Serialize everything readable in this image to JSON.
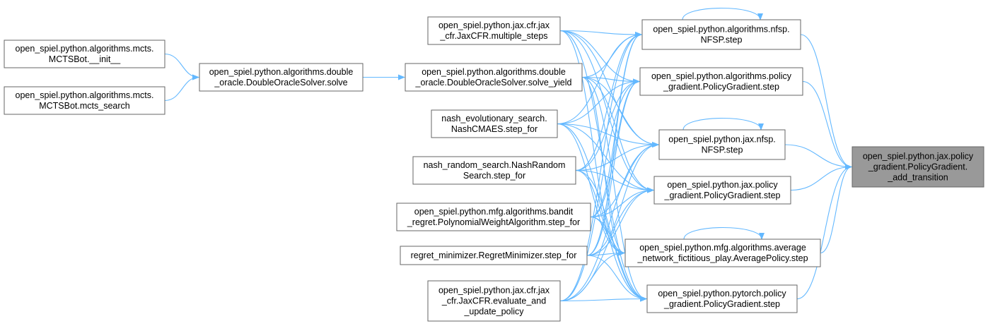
{
  "colors": {
    "edge": "#63b8ff",
    "node_border": "#666666",
    "node_fill": "#ffffff",
    "focus_fill": "#999999"
  },
  "nodes": [
    {
      "id": "mcts_init",
      "lines": [
        "open_spiel.python.algorithms.mcts.",
        "MCTSBot.__init__"
      ],
      "focus": false
    },
    {
      "id": "mcts_search",
      "lines": [
        "open_spiel.python.algorithms.mcts.",
        "MCTSBot.mcts_search"
      ],
      "focus": false
    },
    {
      "id": "do_solve",
      "lines": [
        "open_spiel.python.algorithms.double",
        "_oracle.DoubleOracleSolver.solve"
      ],
      "focus": false
    },
    {
      "id": "jaxcfr_ms",
      "lines": [
        "open_spiel.python.jax.cfr.jax",
        "_cfr.JaxCFR.multiple_steps"
      ],
      "focus": false
    },
    {
      "id": "do_yield",
      "lines": [
        "open_spiel.python.algorithms.double",
        "_oracle.DoubleOracleSolver.solve_yield"
      ],
      "focus": false
    },
    {
      "id": "nash_evo",
      "lines": [
        "nash_evolutionary_search.",
        "NashCMAES.step_for"
      ],
      "focus": false
    },
    {
      "id": "nash_rand",
      "lines": [
        "nash_random_search.NashRandom",
        "Search.step_for"
      ],
      "focus": false
    },
    {
      "id": "bandit",
      "lines": [
        "open_spiel.python.mfg.algorithms.bandit",
        "_regret.PolynomialWeightAlgorithm.step_for"
      ],
      "focus": false
    },
    {
      "id": "regret",
      "lines": [
        "regret_minimizer.RegretMinimizer.step_for"
      ],
      "focus": false
    },
    {
      "id": "jaxcfr_eval",
      "lines": [
        "open_spiel.python.jax.cfr.jax",
        "_cfr.JaxCFR.evaluate_and",
        "_update_policy"
      ],
      "focus": false
    },
    {
      "id": "nfsp",
      "lines": [
        "open_spiel.python.algorithms.nfsp.",
        "NFSP.step"
      ],
      "focus": false
    },
    {
      "id": "pg",
      "lines": [
        "open_spiel.python.algorithms.policy",
        "_gradient.PolicyGradient.step"
      ],
      "focus": false
    },
    {
      "id": "jax_nfsp",
      "lines": [
        "open_spiel.python.jax.nfsp.",
        "NFSP.step"
      ],
      "focus": false
    },
    {
      "id": "jax_pg",
      "lines": [
        "open_spiel.python.jax.policy",
        "_gradient.PolicyGradient.step"
      ],
      "focus": false
    },
    {
      "id": "mfg_avg",
      "lines": [
        "open_spiel.python.mfg.algorithms.average",
        "_network_fictitious_play.AveragePolicy.step"
      ],
      "focus": false
    },
    {
      "id": "torch_pg",
      "lines": [
        "open_spiel.python.pytorch.policy",
        "_gradient.PolicyGradient.step"
      ],
      "focus": false
    },
    {
      "id": "target",
      "lines": [
        "open_spiel.python.jax.policy",
        "_gradient.PolicyGradient.",
        "_add_transition"
      ],
      "focus": true
    }
  ],
  "edges": [
    [
      "mcts_init",
      "do_solve"
    ],
    [
      "mcts_search",
      "do_solve"
    ],
    [
      "do_solve",
      "do_yield"
    ],
    [
      "jaxcfr_ms",
      "nfsp"
    ],
    [
      "jaxcfr_ms",
      "pg"
    ],
    [
      "jaxcfr_ms",
      "jax_nfsp"
    ],
    [
      "jaxcfr_ms",
      "jax_pg"
    ],
    [
      "jaxcfr_ms",
      "mfg_avg"
    ],
    [
      "jaxcfr_ms",
      "torch_pg"
    ],
    [
      "do_yield",
      "nfsp"
    ],
    [
      "do_yield",
      "pg"
    ],
    [
      "do_yield",
      "jax_nfsp"
    ],
    [
      "do_yield",
      "jax_pg"
    ],
    [
      "do_yield",
      "mfg_avg"
    ],
    [
      "do_yield",
      "torch_pg"
    ],
    [
      "nash_evo",
      "nfsp"
    ],
    [
      "nash_evo",
      "pg"
    ],
    [
      "nash_evo",
      "jax_nfsp"
    ],
    [
      "nash_evo",
      "jax_pg"
    ],
    [
      "nash_evo",
      "mfg_avg"
    ],
    [
      "nash_evo",
      "torch_pg"
    ],
    [
      "nash_rand",
      "nfsp"
    ],
    [
      "nash_rand",
      "pg"
    ],
    [
      "nash_rand",
      "jax_nfsp"
    ],
    [
      "nash_rand",
      "jax_pg"
    ],
    [
      "nash_rand",
      "mfg_avg"
    ],
    [
      "nash_rand",
      "torch_pg"
    ],
    [
      "bandit",
      "nfsp"
    ],
    [
      "bandit",
      "pg"
    ],
    [
      "bandit",
      "jax_nfsp"
    ],
    [
      "bandit",
      "jax_pg"
    ],
    [
      "bandit",
      "mfg_avg"
    ],
    [
      "bandit",
      "torch_pg"
    ],
    [
      "regret",
      "nfsp"
    ],
    [
      "regret",
      "pg"
    ],
    [
      "regret",
      "jax_nfsp"
    ],
    [
      "regret",
      "jax_pg"
    ],
    [
      "regret",
      "mfg_avg"
    ],
    [
      "regret",
      "torch_pg"
    ],
    [
      "jaxcfr_eval",
      "nfsp"
    ],
    [
      "jaxcfr_eval",
      "pg"
    ],
    [
      "jaxcfr_eval",
      "jax_nfsp"
    ],
    [
      "jaxcfr_eval",
      "jax_pg"
    ],
    [
      "jaxcfr_eval",
      "mfg_avg"
    ],
    [
      "jaxcfr_eval",
      "torch_pg"
    ],
    [
      "nfsp",
      "target"
    ],
    [
      "pg",
      "target"
    ],
    [
      "jax_nfsp",
      "target"
    ],
    [
      "jax_pg",
      "target"
    ],
    [
      "mfg_avg",
      "target"
    ],
    [
      "torch_pg",
      "target"
    ],
    [
      "nfsp",
      "nfsp"
    ],
    [
      "jax_nfsp",
      "jax_nfsp"
    ],
    [
      "mfg_avg",
      "mfg_avg"
    ]
  ]
}
